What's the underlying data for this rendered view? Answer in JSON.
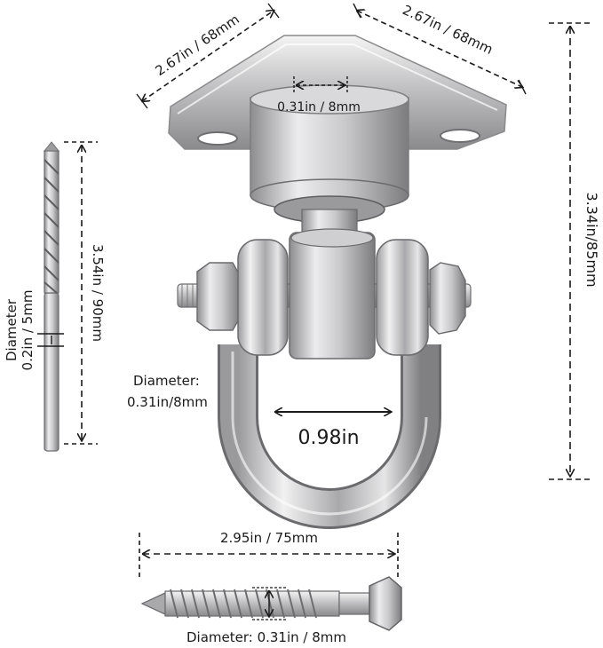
{
  "labels": {
    "plate_width_left": "2.67in / 68mm",
    "plate_width_right": "2.67in / 68mm",
    "center_hole": "0.31in / 8mm",
    "total_height": "3.34in/85mm",
    "drill_length": "3.54in / 90mm",
    "drill_diameter_title": "Diameter",
    "drill_diameter_value": "0.2in / 5mm",
    "shackle_diameter_title": "Diameter:",
    "shackle_diameter_value": "0.31in/8mm",
    "shackle_opening": "0.98in",
    "screw_length": "2.95in / 75mm",
    "screw_diameter": "Diameter: 0.31in / 8mm"
  },
  "colors": {
    "steel_light": "#e9e9ea",
    "steel_mid": "#b9b9bb",
    "steel_dark": "#7b7b7e",
    "line": "#1a1a1a"
  }
}
